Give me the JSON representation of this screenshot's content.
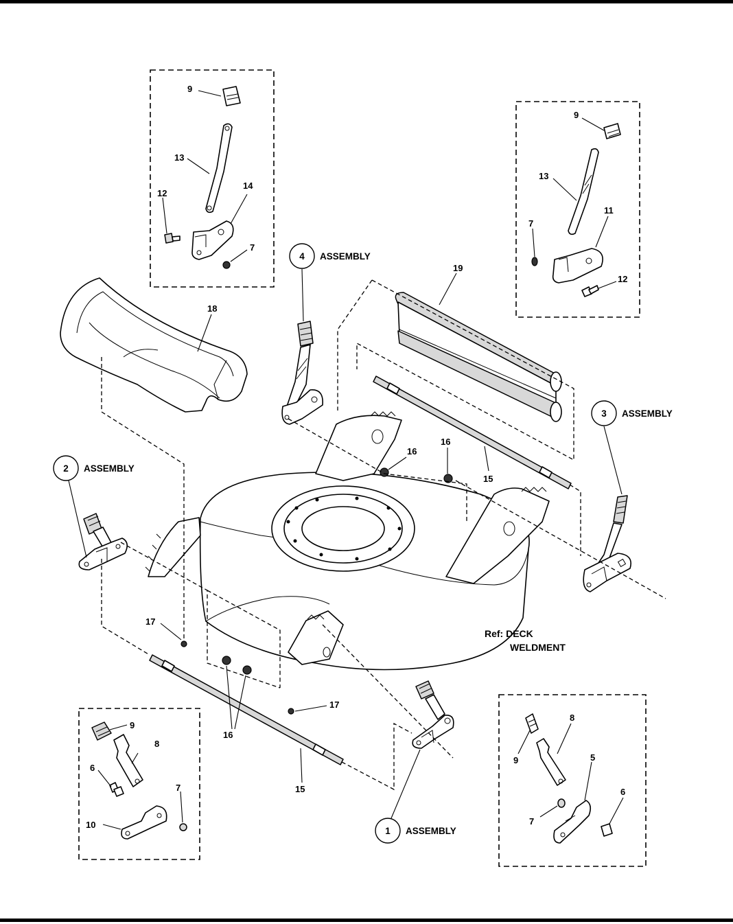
{
  "diagram": {
    "reference": {
      "line1": "Ref: DECK",
      "line2": "WELDMENT"
    },
    "assembly_word": "ASSEMBLY",
    "callouts": {
      "n1": "1",
      "n2": "2",
      "n3": "3",
      "n4": "4",
      "n5": "5",
      "n6": "6",
      "n7": "7",
      "n8": "8",
      "n9": "9",
      "n10": "10",
      "n11": "11",
      "n12": "12",
      "n13": "13",
      "n14": "14",
      "n15": "15",
      "n16": "16",
      "n17": "17",
      "n18": "18",
      "n19": "19"
    }
  }
}
